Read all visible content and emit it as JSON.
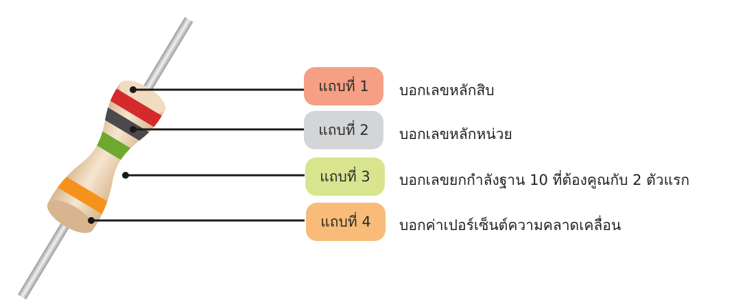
{
  "bands": [
    {
      "label": "แถบที่ 1",
      "description": "บอกเลขหลักสิบ",
      "band_color": "#d42a2c",
      "label_bg": "#f59f84"
    },
    {
      "label": "แถบที่ 2",
      "description": "บอกเลขหลักหน่วย",
      "band_color": "#4a4a4c",
      "label_bg": "#d4d5d7"
    },
    {
      "label": "แถบที่ 3",
      "description": "บอกเลขยกกำลังฐาน 10 ที่ต้องคูณกับ 2 ตัวแรก",
      "band_color": "#6fa82e",
      "label_bg": "#d8e58e"
    },
    {
      "label": "แถบที่ 4",
      "description": "บอกค่าเปอร์เซ็นต์ความคลาดเคลื่อน",
      "band_color": "#f4921c",
      "label_bg": "#f8bc78"
    }
  ],
  "colors": {
    "body": "#f2dcbf",
    "body_shade": "#d9b58f",
    "lead": "#d9d9d9",
    "lead_shade": "#9a9a9a",
    "leader_line": "#1a1a1a"
  }
}
